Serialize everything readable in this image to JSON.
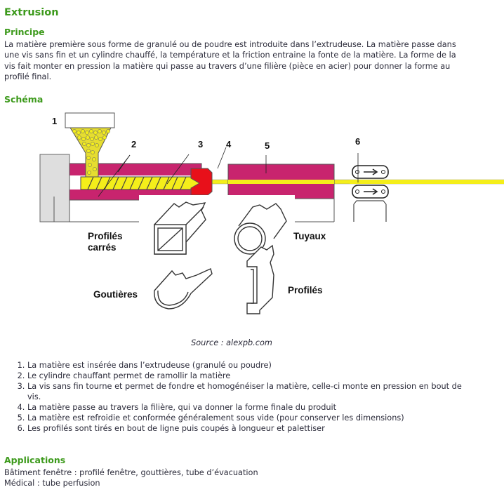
{
  "title": "Extrusion",
  "principe": {
    "heading": "Principe",
    "text": "La matière première sous forme de granulé ou de poudre est introduite dans l’extrudeuse. La matière passe dans une vis sans fin et un cylindre chauffé, la température et la friction entraine la fonte de la matière. La forme de la vis fait monter en pression la matière qui passe au travers d’une filière (pièce en acier) pour donner la forme au profilé final."
  },
  "schema": {
    "heading": "Schéma",
    "numbers": [
      "1",
      "2",
      "3",
      "4",
      "5",
      "6"
    ],
    "profiles": {
      "square_1": "Profilés",
      "square_2": "carrés",
      "pipes": "Tuyaux",
      "gutters": "Goutières",
      "profiles": "Profilés"
    },
    "colors": {
      "barrel": "#c8246e",
      "material": "#f4ee1a",
      "die": "#e8101a"
    },
    "source": "Source : alexpb.com"
  },
  "steps": [
    "La matière est insérée dans l’extrudeuse (granulé ou poudre)",
    "Le cylindre chauffant permet de ramollir la matière",
    "La vis sans fin tourne et permet de fondre et homogénéiser la matière, celle-ci monte en pression en bout de vis.",
    "La matière passe au travers la filière, qui va donner la forme finale du produit",
    "La matière est refroidie et conformée généralement sous vide (pour conserver les dimensions)",
    "Les profilés sont tirés en bout de ligne puis coupés à longueur et palettiser"
  ],
  "applications": {
    "heading": "Applications",
    "lines": [
      "Bâtiment fenêtre : profilé fenêtre, gouttières, tube d’évacuation",
      "Médical : tube perfusion"
    ]
  }
}
